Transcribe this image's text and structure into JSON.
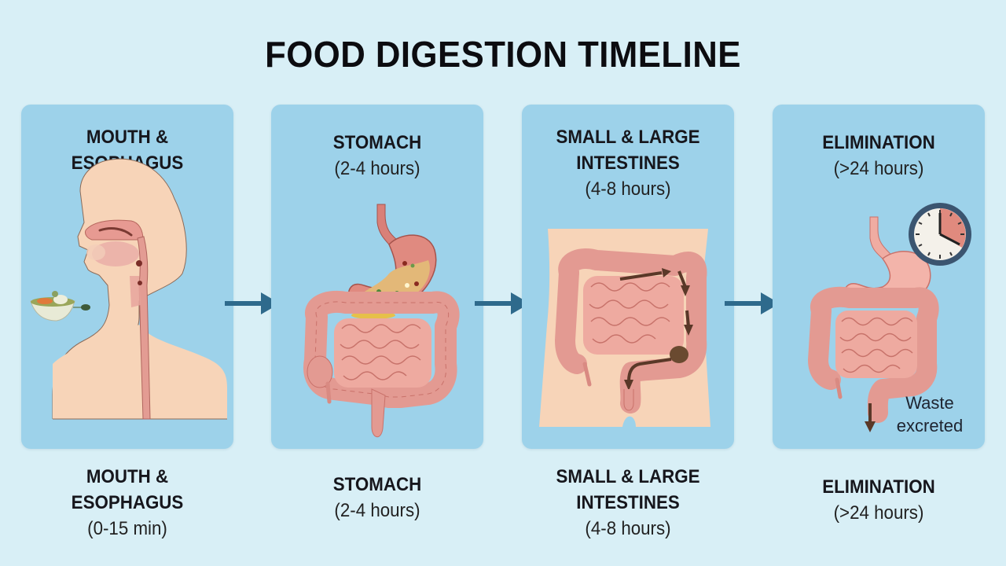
{
  "title": "FOOD DIGESTION TIMELINE",
  "colors": {
    "background": "#d8eff6",
    "panel": "#9dd2ea",
    "arrow": "#2e6a8c",
    "skin": "#f7d4b8",
    "intestine": "#e99a91",
    "clock_ring": "#3b5570",
    "clock_accent": "#e08a7e"
  },
  "stages": [
    {
      "id": "mouth",
      "name_line1": "MOUTH &",
      "name_line2": "ESOPHAGUS",
      "time": "(0-15 min)",
      "illustration": "head-profile-eating-icon"
    },
    {
      "id": "stomach",
      "name_line1": "STOMACH",
      "name_line2": "",
      "time": "(2-4 hours)",
      "illustration": "stomach-and-intestines-icon"
    },
    {
      "id": "intestines",
      "name_line1": "SMALL & LARGE",
      "name_line2": "INTESTINES",
      "time": "(4-8 hours)",
      "illustration": "intestines-with-flow-arrows-icon"
    },
    {
      "id": "elimination",
      "name_line1": "ELIMINATION",
      "name_line2": "",
      "time": "(>24 hours)",
      "illustration": "digestive-tract-with-clock-icon",
      "annotation_line1": "Waste",
      "annotation_line2": "excreted"
    }
  ],
  "connectors": [
    "arrow-right-icon",
    "arrow-right-icon",
    "arrow-right-icon"
  ]
}
